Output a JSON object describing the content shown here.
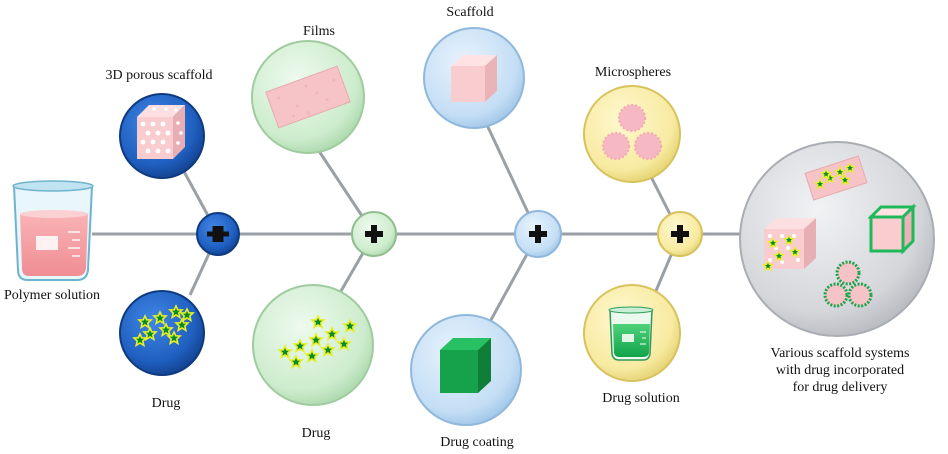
{
  "labels": {
    "polymer_solution": "Polymer solution",
    "porous_scaffold": "3D porous scaffold",
    "drug_1": "Drug",
    "films": "Films",
    "drug_2": "Drug",
    "scaffold": "Scaffold",
    "drug_coating": "Drug coating",
    "microspheres": "Microspheres",
    "drug_solution": "Drug solution",
    "result_line1": "Various scaffold systems",
    "result_line2": "with drug incorporated",
    "result_line3": "for drug delivery"
  },
  "colors": {
    "dark_blue": "#1f5fbf",
    "light_green": "#cdeccd",
    "light_blue": "#c4def5",
    "light_yellow": "#f7eaa0",
    "result_gray": "#d4d6da",
    "pink": "#f7c6c8",
    "green": "#16a24a",
    "drug_star": "#e6ef2a"
  },
  "icons": {
    "plus": "plus-icon",
    "beaker": "beaker-icon",
    "star": "drug-star-icon"
  }
}
